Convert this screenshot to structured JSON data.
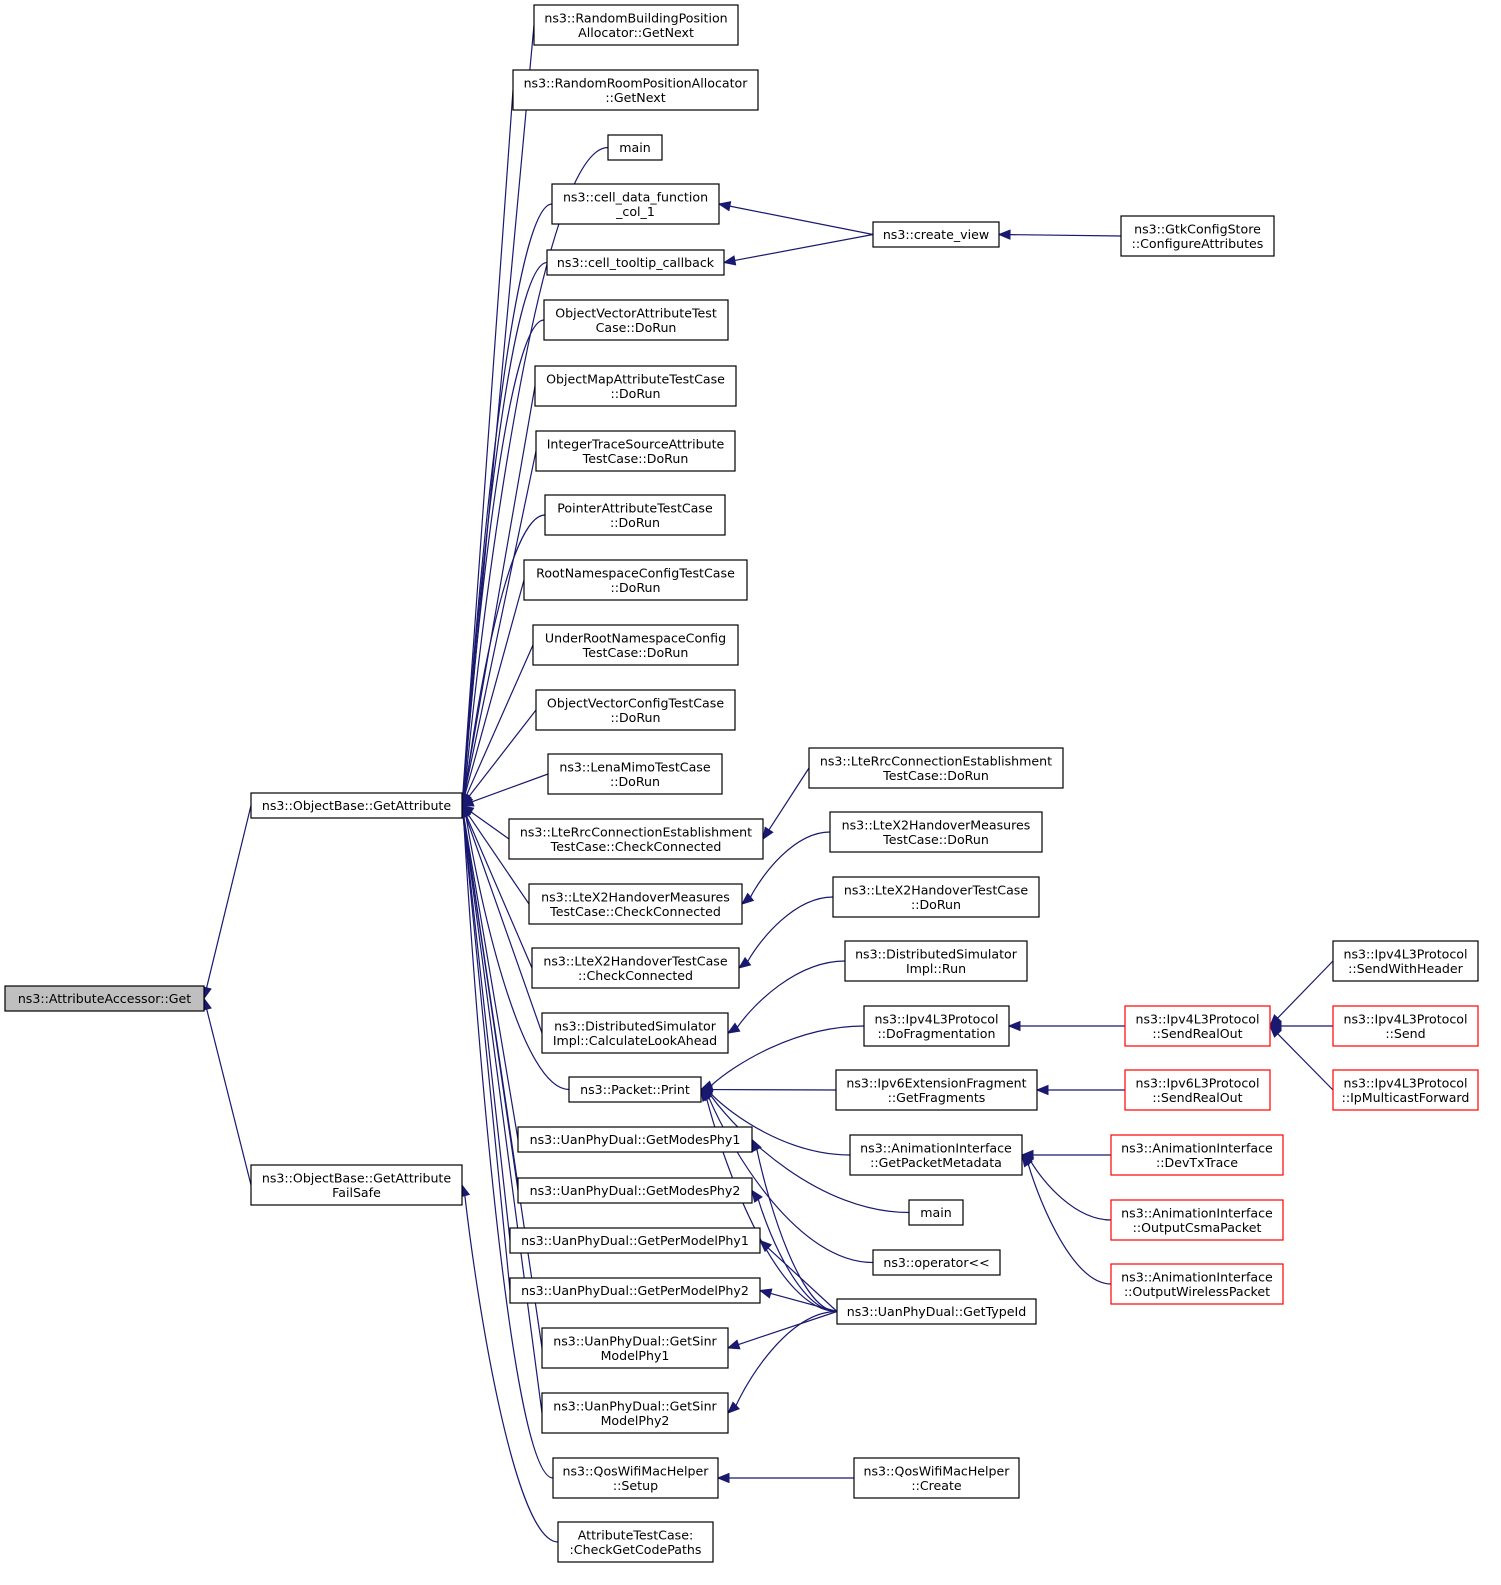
{
  "diagram": {
    "nodes": [
      {
        "id": "get",
        "lines": [
          "ns3::AttributeAccessor::Get"
        ],
        "focus": true
      },
      {
        "id": "getattr",
        "lines": [
          "ns3::ObjectBase::GetAttribute"
        ]
      },
      {
        "id": "getattrfs",
        "lines": [
          "ns3::ObjectBase::GetAttribute",
          "FailSafe"
        ]
      },
      {
        "id": "rbpa",
        "lines": [
          "ns3::RandomBuildingPosition",
          "Allocator::GetNext"
        ]
      },
      {
        "id": "rrpa",
        "lines": [
          "ns3::RandomRoomPositionAllocator",
          "::GetNext"
        ]
      },
      {
        "id": "main1",
        "lines": [
          "main"
        ]
      },
      {
        "id": "celldata",
        "lines": [
          "ns3::cell_data_function",
          "_col_1"
        ]
      },
      {
        "id": "celltip",
        "lines": [
          "ns3::cell_tooltip_callback"
        ]
      },
      {
        "id": "ovatc",
        "lines": [
          "ObjectVectorAttributeTest",
          "Case::DoRun"
        ]
      },
      {
        "id": "omatc",
        "lines": [
          "ObjectMapAttributeTestCase",
          "::DoRun"
        ]
      },
      {
        "id": "itsatc",
        "lines": [
          "IntegerTraceSourceAttribute",
          "TestCase::DoRun"
        ]
      },
      {
        "id": "patc",
        "lines": [
          "PointerAttributeTestCase",
          "::DoRun"
        ]
      },
      {
        "id": "rnctc",
        "lines": [
          "RootNamespaceConfigTestCase",
          "::DoRun"
        ]
      },
      {
        "id": "urnctc",
        "lines": [
          "UnderRootNamespaceConfig",
          "TestCase::DoRun"
        ]
      },
      {
        "id": "ovctc",
        "lines": [
          "ObjectVectorConfigTestCase",
          "::DoRun"
        ]
      },
      {
        "id": "lenamimo",
        "lines": [
          "ns3::LenaMimoTestCase",
          "::DoRun"
        ]
      },
      {
        "id": "lterrc_cc",
        "lines": [
          "ns3::LteRrcConnectionEstablishment",
          "TestCase::CheckConnected"
        ]
      },
      {
        "id": "ltex2hm_cc",
        "lines": [
          "ns3::LteX2HandoverMeasures",
          "TestCase::CheckConnected"
        ]
      },
      {
        "id": "ltex2h_cc",
        "lines": [
          "ns3::LteX2HandoverTestCase",
          "::CheckConnected"
        ]
      },
      {
        "id": "dsi_cla",
        "lines": [
          "ns3::DistributedSimulator",
          "Impl::CalculateLookAhead"
        ]
      },
      {
        "id": "pktprint",
        "lines": [
          "ns3::Packet::Print"
        ]
      },
      {
        "id": "gmp1",
        "lines": [
          "ns3::UanPhyDual::GetModesPhy1"
        ]
      },
      {
        "id": "gmp2",
        "lines": [
          "ns3::UanPhyDual::GetModesPhy2"
        ]
      },
      {
        "id": "gpmp1",
        "lines": [
          "ns3::UanPhyDual::GetPerModelPhy1"
        ]
      },
      {
        "id": "gpmp2",
        "lines": [
          "ns3::UanPhyDual::GetPerModelPhy2"
        ]
      },
      {
        "id": "gsmp1",
        "lines": [
          "ns3::UanPhyDual::GetSinr",
          "ModelPhy1"
        ]
      },
      {
        "id": "gsmp2",
        "lines": [
          "ns3::UanPhyDual::GetSinr",
          "ModelPhy2"
        ]
      },
      {
        "id": "qossetup",
        "lines": [
          "ns3::QosWifiMacHelper",
          "::Setup"
        ]
      },
      {
        "id": "atc_cgcp",
        "lines": [
          "AttributeTestCase:",
          ":CheckGetCodePaths"
        ]
      },
      {
        "id": "createview",
        "lines": [
          "ns3::create_view"
        ]
      },
      {
        "id": "gtkcs",
        "lines": [
          "ns3::GtkConfigStore",
          "::ConfigureAttributes"
        ]
      },
      {
        "id": "lterrc_run",
        "lines": [
          "ns3::LteRrcConnectionEstablishment",
          "TestCase::DoRun"
        ]
      },
      {
        "id": "ltex2hm_run",
        "lines": [
          "ns3::LteX2HandoverMeasures",
          "TestCase::DoRun"
        ]
      },
      {
        "id": "ltex2h_run",
        "lines": [
          "ns3::LteX2HandoverTestCase",
          "::DoRun"
        ]
      },
      {
        "id": "dsi_run",
        "lines": [
          "ns3::DistributedSimulator",
          "Impl::Run"
        ]
      },
      {
        "id": "ipv4frag",
        "lines": [
          "ns3::Ipv4L3Protocol",
          "::DoFragmentation"
        ]
      },
      {
        "id": "ipv6frag",
        "lines": [
          "ns3::Ipv6ExtensionFragment",
          "::GetFragments"
        ]
      },
      {
        "id": "aigpm",
        "lines": [
          "ns3::AnimationInterface",
          "::GetPacketMetadata"
        ]
      },
      {
        "id": "main2",
        "lines": [
          "main"
        ]
      },
      {
        "id": "oplt",
        "lines": [
          "ns3::operator<<"
        ]
      },
      {
        "id": "uantypeid",
        "lines": [
          "ns3::UanPhyDual::GetTypeId"
        ]
      },
      {
        "id": "qoscreate",
        "lines": [
          "ns3::QosWifiMacHelper",
          "::Create"
        ]
      },
      {
        "id": "ipv4sro",
        "lines": [
          "ns3::Ipv4L3Protocol",
          "::SendRealOut"
        ],
        "truncated": true
      },
      {
        "id": "ipv6sro",
        "lines": [
          "ns3::Ipv6L3Protocol",
          "::SendRealOut"
        ],
        "truncated": true
      },
      {
        "id": "aidevtx",
        "lines": [
          "ns3::AnimationInterface",
          "::DevTxTrace"
        ],
        "truncated": true
      },
      {
        "id": "aicsma",
        "lines": [
          "ns3::AnimationInterface",
          "::OutputCsmaPacket"
        ],
        "truncated": true
      },
      {
        "id": "aiwless",
        "lines": [
          "ns3::AnimationInterface",
          "::OutputWirelessPacket"
        ],
        "truncated": true
      },
      {
        "id": "ipv4swh",
        "lines": [
          "ns3::Ipv4L3Protocol",
          "::SendWithHeader"
        ]
      },
      {
        "id": "ipv4send",
        "lines": [
          "ns3::Ipv4L3Protocol",
          "::Send"
        ],
        "truncated": true
      },
      {
        "id": "ipv4mcf",
        "lines": [
          "ns3::Ipv4L3Protocol",
          "::IpMulticastForward"
        ],
        "truncated": true
      }
    ],
    "edges": [
      {
        "from": "getattr",
        "to": "get"
      },
      {
        "from": "getattrfs",
        "to": "get"
      },
      {
        "from": "rbpa",
        "to": "getattr"
      },
      {
        "from": "rrpa",
        "to": "getattr"
      },
      {
        "from": "main1",
        "to": "getattr"
      },
      {
        "from": "celldata",
        "to": "getattr"
      },
      {
        "from": "celltip",
        "to": "getattr"
      },
      {
        "from": "ovatc",
        "to": "getattr"
      },
      {
        "from": "omatc",
        "to": "getattr"
      },
      {
        "from": "itsatc",
        "to": "getattr"
      },
      {
        "from": "patc",
        "to": "getattr"
      },
      {
        "from": "rnctc",
        "to": "getattr"
      },
      {
        "from": "urnctc",
        "to": "getattr"
      },
      {
        "from": "ovctc",
        "to": "getattr"
      },
      {
        "from": "lenamimo",
        "to": "getattr"
      },
      {
        "from": "lterrc_cc",
        "to": "getattr"
      },
      {
        "from": "ltex2hm_cc",
        "to": "getattr"
      },
      {
        "from": "ltex2h_cc",
        "to": "getattr"
      },
      {
        "from": "dsi_cla",
        "to": "getattr"
      },
      {
        "from": "pktprint",
        "to": "getattr"
      },
      {
        "from": "gmp1",
        "to": "getattr"
      },
      {
        "from": "gmp2",
        "to": "getattr"
      },
      {
        "from": "gpmp1",
        "to": "getattr"
      },
      {
        "from": "gpmp2",
        "to": "getattr"
      },
      {
        "from": "gsmp1",
        "to": "getattr"
      },
      {
        "from": "gsmp2",
        "to": "getattr"
      },
      {
        "from": "qossetup",
        "to": "getattr"
      },
      {
        "from": "atc_cgcp",
        "to": "getattrfs"
      },
      {
        "from": "createview",
        "to": "celldata"
      },
      {
        "from": "createview",
        "to": "celltip"
      },
      {
        "from": "gtkcs",
        "to": "createview"
      },
      {
        "from": "lterrc_run",
        "to": "lterrc_cc"
      },
      {
        "from": "ltex2hm_run",
        "to": "ltex2hm_cc"
      },
      {
        "from": "ltex2h_run",
        "to": "ltex2h_cc"
      },
      {
        "from": "dsi_run",
        "to": "dsi_cla"
      },
      {
        "from": "ipv4frag",
        "to": "pktprint"
      },
      {
        "from": "ipv6frag",
        "to": "pktprint"
      },
      {
        "from": "aigpm",
        "to": "pktprint"
      },
      {
        "from": "main2",
        "to": "pktprint"
      },
      {
        "from": "oplt",
        "to": "pktprint"
      },
      {
        "from": "uantypeid",
        "to": "pktprint"
      },
      {
        "from": "uantypeid",
        "to": "gmp1"
      },
      {
        "from": "uantypeid",
        "to": "gmp2"
      },
      {
        "from": "uantypeid",
        "to": "gpmp1"
      },
      {
        "from": "uantypeid",
        "to": "gpmp2"
      },
      {
        "from": "uantypeid",
        "to": "gsmp1"
      },
      {
        "from": "uantypeid",
        "to": "gsmp2"
      },
      {
        "from": "qoscreate",
        "to": "qossetup"
      },
      {
        "from": "ipv4sro",
        "to": "ipv4frag"
      },
      {
        "from": "ipv6sro",
        "to": "ipv6frag"
      },
      {
        "from": "aidevtx",
        "to": "aigpm"
      },
      {
        "from": "aicsma",
        "to": "aigpm"
      },
      {
        "from": "aiwless",
        "to": "aigpm"
      },
      {
        "from": "ipv4swh",
        "to": "ipv4sro"
      },
      {
        "from": "ipv4send",
        "to": "ipv4sro"
      },
      {
        "from": "ipv4mcf",
        "to": "ipv4sro"
      }
    ]
  }
}
